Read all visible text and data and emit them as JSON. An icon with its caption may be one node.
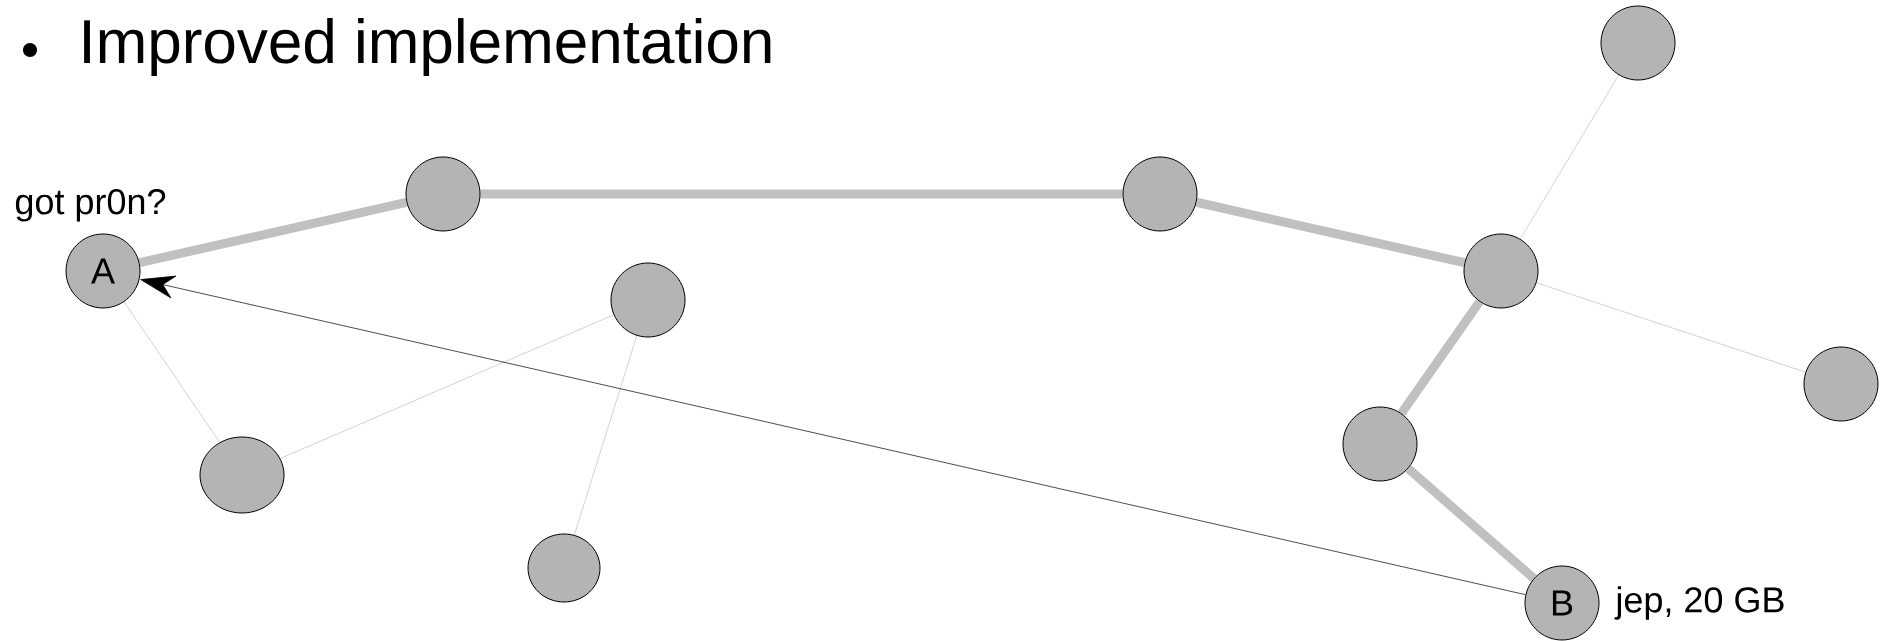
{
  "diagram": {
    "title": "Improved implementation",
    "nodes": [
      {
        "text": [
          "A"
        ],
        "beside": [
          "got pr0n?"
        ]
      },
      {
        "text": [],
        "shape": "circle"
      },
      {
        "text": [],
        "shape": "circle"
      },
      {
        "text": [],
        "shape": "circle"
      },
      {
        "text": [],
        "shape": "circle"
      },
      {
        "text": [],
        "shape": "circle"
      },
      {
        "text": [],
        "shape": "circle"
      },
      {
        "text": [
          "B"
        ],
        "beside": [
          "jep, 20 GB"
        ]
      },
      {
        "text": [],
        "shape": "circle"
      },
      {
        "text": [],
        "shape": "circle"
      },
      {
        "text": [],
        "shape": "circle"
      }
    ],
    "edges": [
      {
        "from": 0,
        "to": 1,
        "arrow": "none",
        "style": "thick"
      },
      {
        "from": 1,
        "to": 2,
        "arrow": "none",
        "style": "thick"
      },
      {
        "from": 2,
        "to": 3,
        "arrow": "none",
        "style": "thick"
      },
      {
        "from": 3,
        "to": 4,
        "arrow": "none"
      },
      {
        "from": 3,
        "to": 5,
        "arrow": "none"
      },
      {
        "from": 3,
        "to": 6,
        "arrow": "none",
        "style": "thick"
      },
      {
        "from": 6,
        "to": 7,
        "arrow": "none",
        "style": "thick"
      },
      {
        "from": 0,
        "to": 9,
        "arrow": "none"
      },
      {
        "from": 9,
        "to": 8,
        "arrow": "none"
      },
      {
        "from": 8,
        "to": 10,
        "arrow": "none"
      },
      {
        "from": 7,
        "to": 0,
        "arrow": "to",
        "color": "#000000"
      }
    ]
  }
}
